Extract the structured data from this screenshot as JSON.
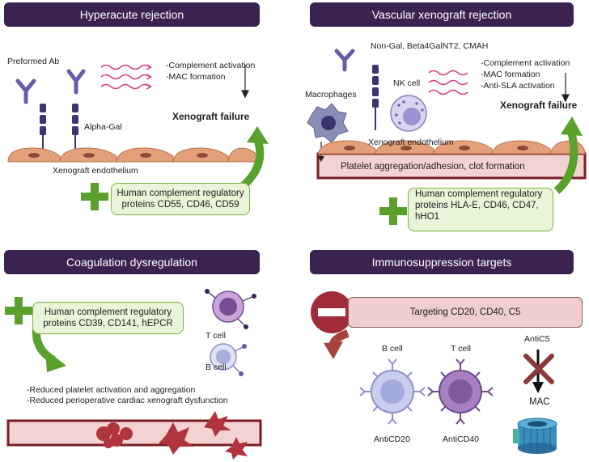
{
  "panels": {
    "hyperacute": {
      "title": "Hyperacute rejection",
      "preformed_ab": "Preformed Ab",
      "effects": [
        "-Complement activation",
        "-MAC formation"
      ],
      "alpha_gal": "Alpha-Gal",
      "outcome": "Xenograft failure",
      "endothelium": "Xenograft endothelium",
      "regulators": [
        "Human complement regulatory",
        "proteins CD55, CD46, CD59"
      ]
    },
    "vascular": {
      "title": "Vascular xenograft rejection",
      "antigens": "Non-Gal, Beta4GalNT2, CMAH",
      "nk_cell": "NK cell",
      "macrophages": "Macrophages",
      "effects": [
        "-Complement activation",
        "-MAC formation",
        "-Anti-SLA activation"
      ],
      "outcome": "Xenograft failure",
      "endothelium": "Xenograft endothelium",
      "platelet": "Platelet aggregation/adhesion, clot formation",
      "regulators": [
        "Human complement regulatory",
        "proteins HLA-E, CD46, CD47,",
        "hHO1"
      ]
    },
    "coagulation": {
      "title": "Coagulation dysregulation",
      "regulators": [
        "Human complement regulatory",
        "proteins CD39, CD141, hEPCR"
      ],
      "t_cell": "T cell",
      "b_cell": "B cell",
      "effects": [
        "-Reduced platelet activation and aggregation",
        "-Reduced perioperative cardiac xenograft dysfunction"
      ]
    },
    "immuno": {
      "title": "Immunosuppression targets",
      "targeting": "Targeting CD20, CD40, C5",
      "b_cell": "B cell",
      "t_cell": "T cell",
      "anti_c5": "AntiC5",
      "mac": "MAC",
      "anti_cd20": "AntiCD20",
      "anti_cd40": "AntiCD40"
    }
  },
  "colors": {
    "header_bg": "#3a2350",
    "green": "#5aa02c",
    "antibody": "#6a5aa8",
    "receptor": "#3b3570",
    "signal_wave": "#d43c86",
    "endothelial_cell": "#e3a07a",
    "vessel": "#7a1e26",
    "clot": "#b0343e",
    "minus_circle": "#a02c3a",
    "b_cell": "#c9cdee",
    "t_cell": "#a880c0"
  },
  "icons": [
    "antibody-icon",
    "receptor-icon",
    "signal-wave-icon",
    "plus-icon",
    "minus-icon",
    "curved-arrow-icon",
    "cross-icon",
    "macrophage-icon",
    "nk-cell-icon",
    "t-cell-icon",
    "b-cell-icon",
    "mac-pore-icon",
    "clot-icon"
  ]
}
